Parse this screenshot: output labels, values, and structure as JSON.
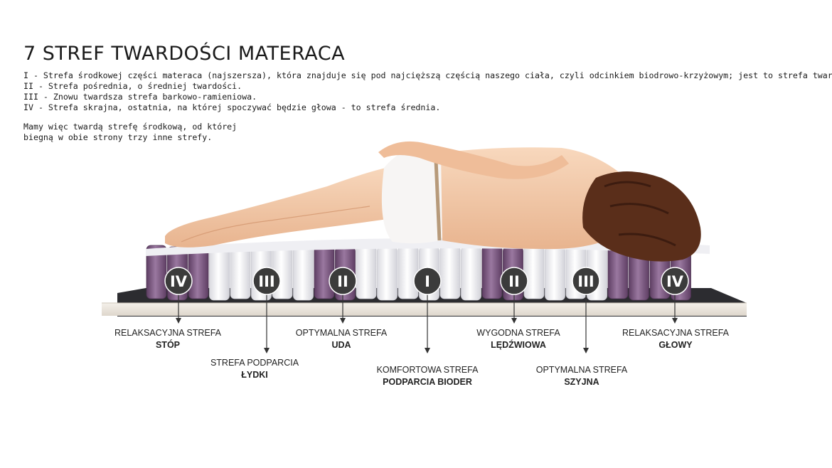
{
  "title": "7 STREF TWARDOŚCI MATERACA",
  "descriptions": [
    "I - Strefa środkowej części materaca (najszersza), która znajduje się pod najcięższą częścią naszego ciała, czyli odcinkiem biodrowo-krzyżowym; jest to strefa twardsza.",
    "II - Strefa pośrednia, o średniej twardości.",
    "III - Znowu twardsza strefa barkowo-ramieniowa.",
    "IV - Strefa skrajna, ostatnia, na której spoczywać będzie głowa - to strefa średnia."
  ],
  "summary": [
    "Mamy więc twardą strefę środkową, od której",
    "biegną w obie strony trzy inne strefy."
  ],
  "colors": {
    "purple": "#7d5782",
    "purple_light": "#c3a9c6",
    "spring_white": "#f1f1f4",
    "badge": "#3b3b3b",
    "base": "#ece7df",
    "skin": "#f3c8a6",
    "hair": "#5a2e1a"
  },
  "zones": [
    {
      "numeral": "IV",
      "line1": "RELAKSACYJNA STREFA",
      "line2": "STÓP"
    },
    {
      "numeral": "III",
      "line1": "STREFA PODPARCIA",
      "line2": "ŁYDKI"
    },
    {
      "numeral": "II",
      "line1": "OPTYMALNA STREFA",
      "line2": "UDA"
    },
    {
      "numeral": "I",
      "line1": "KOMFORTOWA STREFA",
      "line2": "PODPARCIA BIODER"
    },
    {
      "numeral": "II",
      "line1": "WYGODNA STREFA",
      "line2": "LĘDŹWIOWA"
    },
    {
      "numeral": "III",
      "line1": "OPTYMALNA STREFA",
      "line2": "SZYJNA"
    },
    {
      "numeral": "IV",
      "line1": "RELAKSACYJNA STREFA",
      "line2": "GŁOWY"
    }
  ]
}
